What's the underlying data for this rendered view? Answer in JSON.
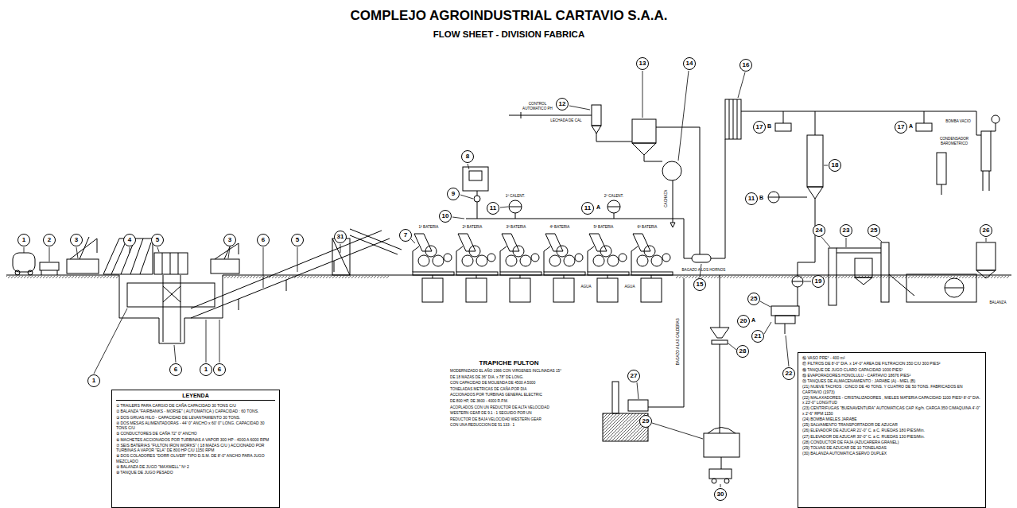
{
  "diagram": {
    "title": "COMPLEJO AGROINDUSTRIAL CARTAVIO S.A.A.",
    "nodes": [
      {
        "text": [
          "1"
        ]
      },
      {
        "text": [
          "2"
        ]
      },
      {
        "text": [
          "3"
        ]
      },
      {
        "text": [
          "4"
        ]
      },
      {
        "text": [
          "5"
        ]
      },
      {
        "text": [
          "3"
        ]
      },
      {
        "text": [
          "6"
        ]
      },
      {
        "text": [
          "5"
        ]
      },
      {
        "text": [
          "31"
        ]
      },
      {
        "text": [
          "7"
        ]
      },
      {
        "text": [
          "8"
        ]
      },
      {
        "text": [
          "9"
        ]
      },
      {
        "text": [
          "10"
        ]
      },
      {
        "text": [
          "11"
        ]
      },
      {
        "text": [
          "11"
        ]
      },
      {
        "text": [
          "12"
        ]
      },
      {
        "text": [
          "13"
        ]
      },
      {
        "text": [
          "14"
        ]
      },
      {
        "text": [
          "16"
        ]
      },
      {
        "text": [
          "17"
        ]
      },
      {
        "text": [
          "17"
        ]
      },
      {
        "text": [
          "18"
        ]
      },
      {
        "text": [
          "11"
        ]
      },
      {
        "text": [
          "15"
        ]
      },
      {
        "text": [
          "19"
        ]
      },
      {
        "text": [
          "20"
        ]
      },
      {
        "text": [
          "21"
        ]
      },
      {
        "text": [
          "24"
        ]
      },
      {
        "text": [
          "23"
        ]
      },
      {
        "text": [
          "25"
        ]
      },
      {
        "text": [
          "26"
        ]
      },
      {
        "text": [
          "25"
        ]
      },
      {
        "text": [
          "22"
        ]
      },
      {
        "text": [
          "28"
        ]
      },
      {
        "text": [
          "27"
        ]
      },
      {
        "text": [
          "29"
        ]
      },
      {
        "text": [
          "30"
        ]
      },
      {
        "text": [
          "1"
        ]
      },
      {
        "text": [
          "6"
        ]
      },
      {
        "text": [
          "1"
        ]
      },
      {
        "text": [
          "6"
        ]
      },
      {
        "text": [
          "LEYENDA",
          "① TRAILERS PARA CARGIO DE CAÑA CAPACIDAD 30 TONS C/U",
          "② BALANZA \"FAIRBANKS - MORSE\" ( AUTOMATICA ) CAPACIDAD : 60 TONS.",
          "③ DOS GRUAS HILO - CAPACIDAD DE LEVANTAMIENTO 30 TONS.",
          "④ DOS MESAS ALIMENTADORAS - 44' 0\" ANCHO x 60' 0\" LONG. CAPACIDAD 30 TONS C/U",
          "⑤ CONDUCTORES DE CAÑA 72\" 0\" ANCHO",
          "⑥ MACHETES ACCIONADOS POR TURBINAS A VAPOR 300 HP - 4000 A 6000 RPM",
          "⑦ SEIS BATERIAS \"FULTON IRON WORKS\" ( 18 MAZAS C/U ) ACCIONADO POR TURBINAS A VAPOR \"ELA\" DE 800 HP C/U 1150 RPM",
          "⑧ DOS COLADORES \"DORR OLIVER\" TIPO D.S.M. DE 8'-0\" ANCHO PARA JUGO MEZCLADO",
          "⑨ BALANZA DE JUGO \"MAXWELL\" Nº 2",
          "⑩ TANQUE DE JUGO PESADO"
        ]
      },
      {
        "text": [
          "⑯ VASO PRE° - 400 m²",
          "⑰ FILTROS DE 8'-0\" DIA. x 14'-0\" AREA DE FILTRACION 350 C/U 300 PIES²",
          "⑱ TANQUE DE JUGO CLARO CAPACIDAD 1000 PIES³",
          "⑲ EVAPORADORES HONOLULU - CARTAVIO 18676 PIES²",
          "⑳ TANQUES DE ALMACENAMIENTO : JARABE (A) - MIEL (B)",
          "(21) NUEVE TACHOS : CINCO DE 40 TONS. Y CUATRO DE 50 TONS. FABRICADOS EN CARTAVIO (1973)",
          "(22) MALAXADORES - CRISTALIZADORES , MIELES MATERIA CAPACIDAD 1100 PIES³ 8'-0\" DIA. x 23'-0\" LONGITUD",
          "(23) CENTRIFUGAS \"BUENAVENTURA\" AUTOMATICAS CAP. Kg/h. CARGA 350 C/MAQUINA 4'-0\" x 2'-6\" RPM 1150",
          "(24) BOMBA MIELES JARABE",
          "(25) SALVAMENTO TRANSPORTADOR DE AZUCAR",
          "(26) ELEVADOR DE AZUCAR 21'-0\" C. a C. RUEDAS 180 PIES/Min.",
          "(27) ELEVADOR DE AZUCAR 30'-0\" C. a C. RUEDAS 130 PIES/Min.",
          "(28) CONDUCTOR DE FAJA (AZUCARERA GRANEL)",
          "(29) TOLVAS DE AZUCAR DE 10 TONELADAS",
          "(30) BALANZA AUTOMATICA SERVO DUPLEX"
        ]
      }
    ],
    "labels": [
      "FLOW SHEET - DIVISION FABRICA",
      "TRAPICHE FULTON",
      "MODERNIZADO EL AÑO 1966 CON VIRGENES INCLINADAS 15°",
      "DE 18 MAZAS DE 36\" DIA. x 78\" DE LONG.",
      "CON CAPACIDAD DE MOLIENDA DE 4500 A 5000",
      "TONELADAS METRICAS DE CAÑA POR DIA",
      "ACCIONADOS POR TURBINAS GENERAL ELECTRIC",
      "DE 800 HP, DE 3600 - 4000 R.P.M.",
      "ACOPLADOS CON UN REDUCTOR DE ALTA VELOCIDAD",
      "WESTERN GEAR DE 9.1 : 1 SEGUIDO POR UN",
      "REDUCTOR DE BAJA VELOCIDAD WESTERN GEAR",
      "CON UNA REDUCCION DE 51.133 : 1",
      "1ª BATERIA",
      "2ª BATERIA",
      "3ª BATERIA",
      "4ª BATERIA",
      "5ª BATERIA",
      "6ª BATERIA",
      "A",
      "B",
      "B",
      "A",
      "A",
      "1º CALENT.",
      "2º CALENT.",
      "CONTROL AUTOMATICO PH",
      "LECHADA DE CAL",
      "CACHAZA",
      "AGUA",
      "AGUA",
      "BAGAZO A LOS HORNOS",
      "BAGAZO A LAS CALDERAS",
      "CONDENSADOR BAROMETRICO",
      "BOMBA VACIO",
      "BALANZA"
    ]
  }
}
